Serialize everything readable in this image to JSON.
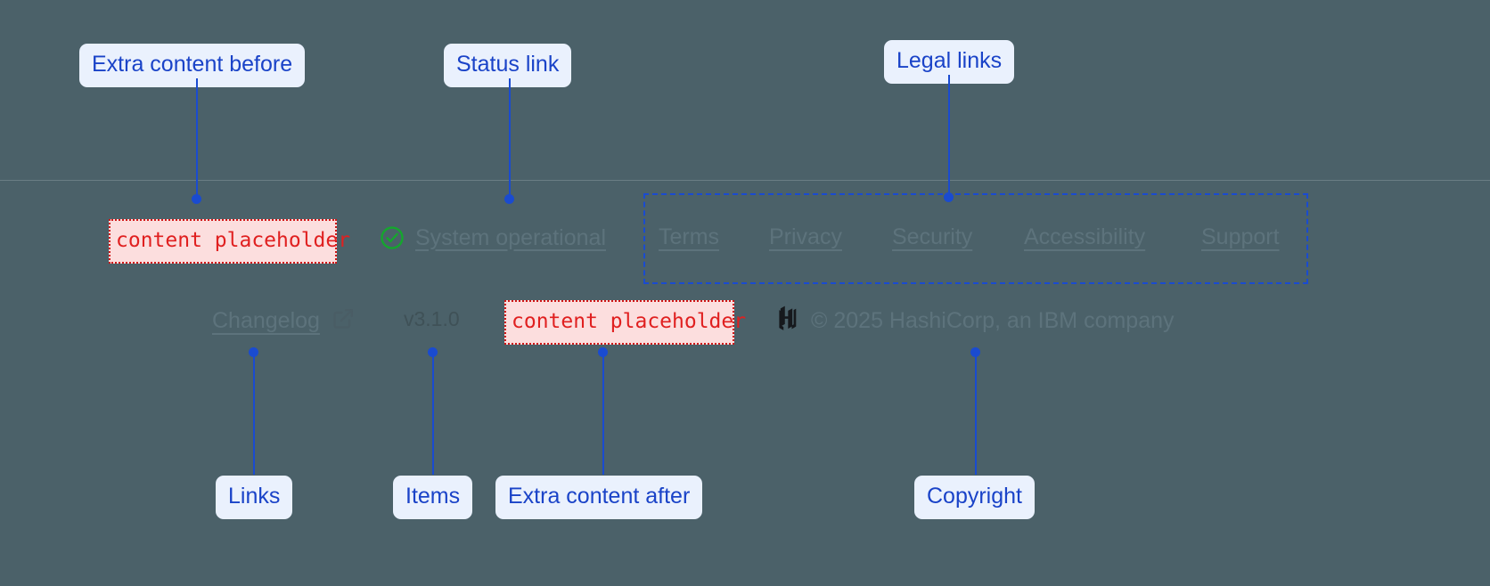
{
  "annotations": {
    "extra_before": "Extra content before",
    "status_link": "Status link",
    "legal_links": "Legal links",
    "links": "Links",
    "items": "Items",
    "extra_after": "Extra content after",
    "copyright": "Copyright"
  },
  "placeholders": {
    "before": "content placeholder",
    "after": "content placeholder"
  },
  "footer": {
    "status": {
      "icon": "check-circle-icon",
      "label": "System operational"
    },
    "legal_links": [
      {
        "label": "Terms"
      },
      {
        "label": "Privacy"
      },
      {
        "label": "Security"
      },
      {
        "label": "Accessibility"
      },
      {
        "label": "Support"
      }
    ],
    "changelog": {
      "label": "Changelog",
      "icon": "external-link-icon"
    },
    "version": "v3.1.0",
    "copyright": {
      "logo": "hashicorp-logo",
      "text": "© 2025 HashiCorp, an IBM company"
    }
  },
  "colors": {
    "background": "#4b6169",
    "callout_bg": "#eaf1fd",
    "callout_text": "#1a43c8",
    "connector": "#1a4bd0",
    "placeholder_border": "#d01616",
    "placeholder_bg": "#fcdede",
    "placeholder_text": "#e02020",
    "muted_text": "#5d737c",
    "status_icon": "#15a62e",
    "divider": "#6a7d84"
  }
}
